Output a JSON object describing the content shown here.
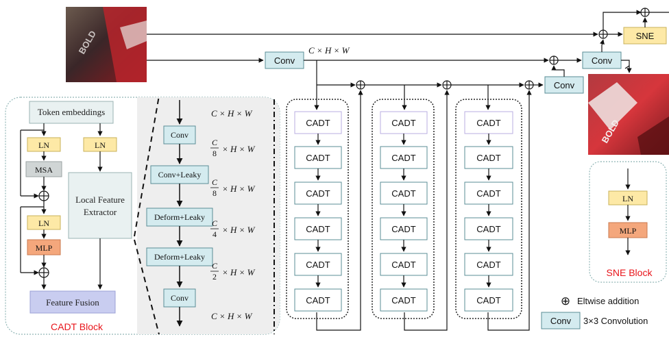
{
  "top": {
    "conv1": "Conv",
    "dims1": "C × H × W",
    "conv2": "Conv",
    "conv3": "Conv",
    "sne": "SNE"
  },
  "thumbnail_text": "BOLD",
  "cadt_block": {
    "token_embeddings": "Token embeddings",
    "ln1": "LN",
    "ln2": "LN",
    "msa": "MSA",
    "ln3": "LN",
    "mlp": "MLP",
    "lfe_line1": "Local Feature",
    "lfe_line2": "Extractor",
    "feature_fusion": "Feature Fusion",
    "title": "CADT Block"
  },
  "lfe_detail": {
    "steps": [
      "Conv",
      "Conv+Leaky",
      "Deform+Leaky",
      "Deform+Leaky",
      "Conv"
    ],
    "dims": [
      {
        "frac_num": "",
        "frac_den": "",
        "rest": "C × H × W"
      },
      {
        "frac_num": "C",
        "frac_den": "8",
        "rest": "× H × W"
      },
      {
        "frac_num": "C",
        "frac_den": "8",
        "rest": "× H × W"
      },
      {
        "frac_num": "C",
        "frac_den": "4",
        "rest": "× H × W"
      },
      {
        "frac_num": "C",
        "frac_den": "2",
        "rest": "× H × W"
      },
      {
        "frac_num": "",
        "frac_den": "",
        "rest": "C × H × W"
      }
    ]
  },
  "groups": [
    [
      "CADT",
      "CADT",
      "CADT",
      "CADT",
      "CADT",
      "CADT"
    ],
    [
      "CADT",
      "CADT",
      "CADT",
      "CADT",
      "CADT",
      "CADT"
    ],
    [
      "CADT",
      "CADT",
      "CADT",
      "CADT",
      "CADT",
      "CADT"
    ]
  ],
  "sne_block": {
    "ln": "LN",
    "mlp": "MLP",
    "title": "SNE Block"
  },
  "legend": {
    "symbol": "⊕",
    "eltwise": "Eltwise addition",
    "conv_box": "Conv",
    "conv_desc": "3×3 Convolution"
  },
  "colors": {
    "conv_fill": "#d4ebef",
    "conv_stroke": "#5a8c96",
    "ln_fill": "#fde9a6",
    "mlp_fill": "#f4a77c",
    "msa_fill": "#d0d5d5",
    "token_fill": "#e9f1f1",
    "fusion_fill": "#c9cdf0",
    "red_text": "#e8141a"
  }
}
